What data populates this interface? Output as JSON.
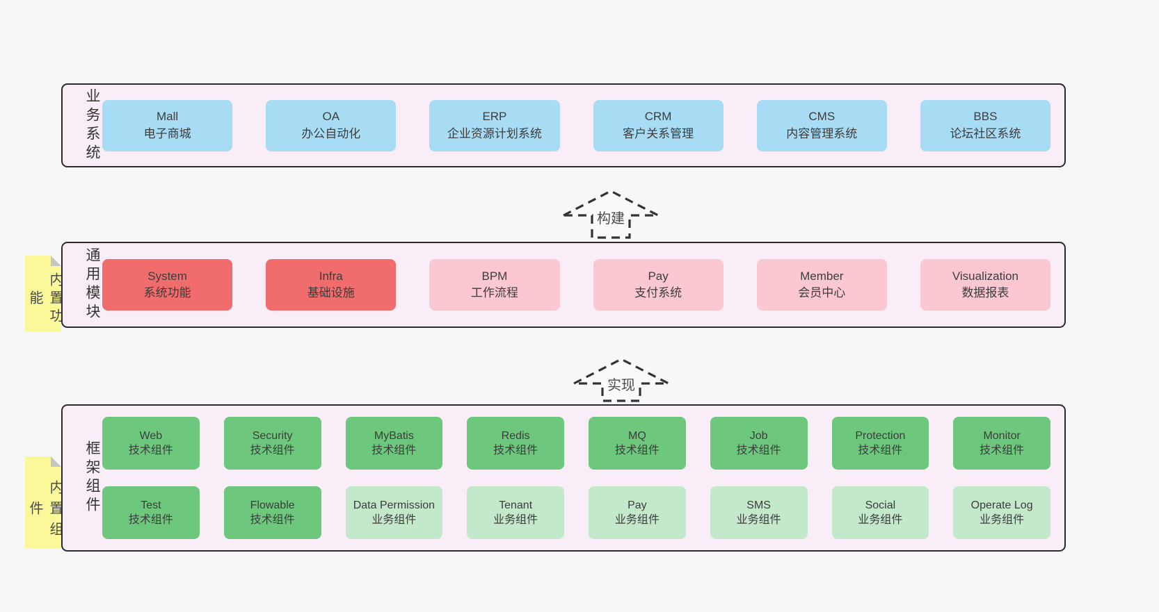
{
  "colors": {
    "page_background": "#f7f7f7",
    "container_fill": "#f9eef7",
    "container_border": "#2b2b2b",
    "business_box": "#a8dcf5",
    "core_module_box": "#f16c6c",
    "optional_module_box": "#fbc8d2",
    "tech_component_box": "#6dc87d",
    "biz_component_box": "#c3e8cc",
    "note_fill": "#fbf899"
  },
  "arrows": {
    "build": {
      "label": "构建"
    },
    "implement": {
      "label": "实现"
    }
  },
  "layers": {
    "business": {
      "label": "业务系统",
      "boxes": [
        {
          "title": "Mall",
          "subtitle": "电子商城",
          "variant": "blue"
        },
        {
          "title": "OA",
          "subtitle": "办公自动化",
          "variant": "blue"
        },
        {
          "title": "ERP",
          "subtitle": "企业资源计划系统",
          "variant": "blue"
        },
        {
          "title": "CRM",
          "subtitle": "客户关系管理",
          "variant": "blue"
        },
        {
          "title": "CMS",
          "subtitle": "内容管理系统",
          "variant": "blue"
        },
        {
          "title": "BBS",
          "subtitle": "论坛社区系统",
          "variant": "blue"
        }
      ]
    },
    "modules": {
      "label": "通用模块",
      "note": "内置功能",
      "boxes": [
        {
          "title": "System",
          "subtitle": "系统功能",
          "variant": "red"
        },
        {
          "title": "Infra",
          "subtitle": "基础设施",
          "variant": "red"
        },
        {
          "title": "BPM",
          "subtitle": "工作流程",
          "variant": "pink"
        },
        {
          "title": "Pay",
          "subtitle": "支付系统",
          "variant": "pink"
        },
        {
          "title": "Member",
          "subtitle": "会员中心",
          "variant": "pink"
        },
        {
          "title": "Visualization",
          "subtitle": "数据报表",
          "variant": "pink"
        }
      ]
    },
    "components": {
      "label": "框架组件",
      "note": "内置组件",
      "rows": [
        [
          {
            "title": "Web",
            "subtitle": "技术组件",
            "variant": "green"
          },
          {
            "title": "Security",
            "subtitle": "技术组件",
            "variant": "green"
          },
          {
            "title": "MyBatis",
            "subtitle": "技术组件",
            "variant": "green"
          },
          {
            "title": "Redis",
            "subtitle": "技术组件",
            "variant": "green"
          },
          {
            "title": "MQ",
            "subtitle": "技术组件",
            "variant": "green"
          },
          {
            "title": "Job",
            "subtitle": "技术组件",
            "variant": "green"
          },
          {
            "title": "Protection",
            "subtitle": "技术组件",
            "variant": "green"
          },
          {
            "title": "Monitor",
            "subtitle": "技术组件",
            "variant": "green"
          }
        ],
        [
          {
            "title": "Test",
            "subtitle": "技术组件",
            "variant": "green"
          },
          {
            "title": "Flowable",
            "subtitle": "技术组件",
            "variant": "green"
          },
          {
            "title": "Data Permission",
            "subtitle": "业务组件",
            "variant": "green-light"
          },
          {
            "title": "Tenant",
            "subtitle": "业务组件",
            "variant": "green-light"
          },
          {
            "title": "Pay",
            "subtitle": "业务组件",
            "variant": "green-light"
          },
          {
            "title": "SMS",
            "subtitle": "业务组件",
            "variant": "green-light"
          },
          {
            "title": "Social",
            "subtitle": "业务组件",
            "variant": "green-light"
          },
          {
            "title": "Operate Log",
            "subtitle": "业务组件",
            "variant": "green-light"
          }
        ]
      ]
    }
  }
}
